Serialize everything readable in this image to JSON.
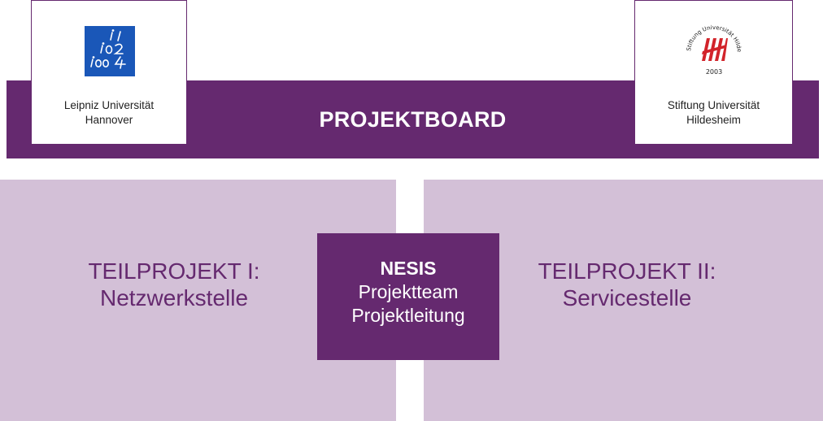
{
  "board": {
    "title": "PROJEKTBOARD"
  },
  "partners": {
    "left": {
      "name": "Leipniz Universität\nHannover",
      "logo_icon": "luh-logo-icon",
      "logo_text": [
        "il",
        "io2",
        "ioo4"
      ]
    },
    "right": {
      "name": "Stiftung Universität\nHildesheim",
      "logo_icon": "hildesheim-seal-icon",
      "seal_ring_text": "Stiftung Universität Hildesheim",
      "seal_year": "2003"
    }
  },
  "subprojects": {
    "left": {
      "line1": "TEILPROJEKT I:",
      "line2": "Netzwerkstelle"
    },
    "right": {
      "line1": "TEILPROJEKT II:",
      "line2": "Servicestelle"
    }
  },
  "center": {
    "title": "NESIS",
    "lines": [
      "Projektteam",
      "Projektleitung"
    ]
  },
  "colors": {
    "primary": "#65296f",
    "panel": "#d3c0d7",
    "luh_blue": "#1a57b8",
    "hildesheim_red": "#d2232a"
  }
}
